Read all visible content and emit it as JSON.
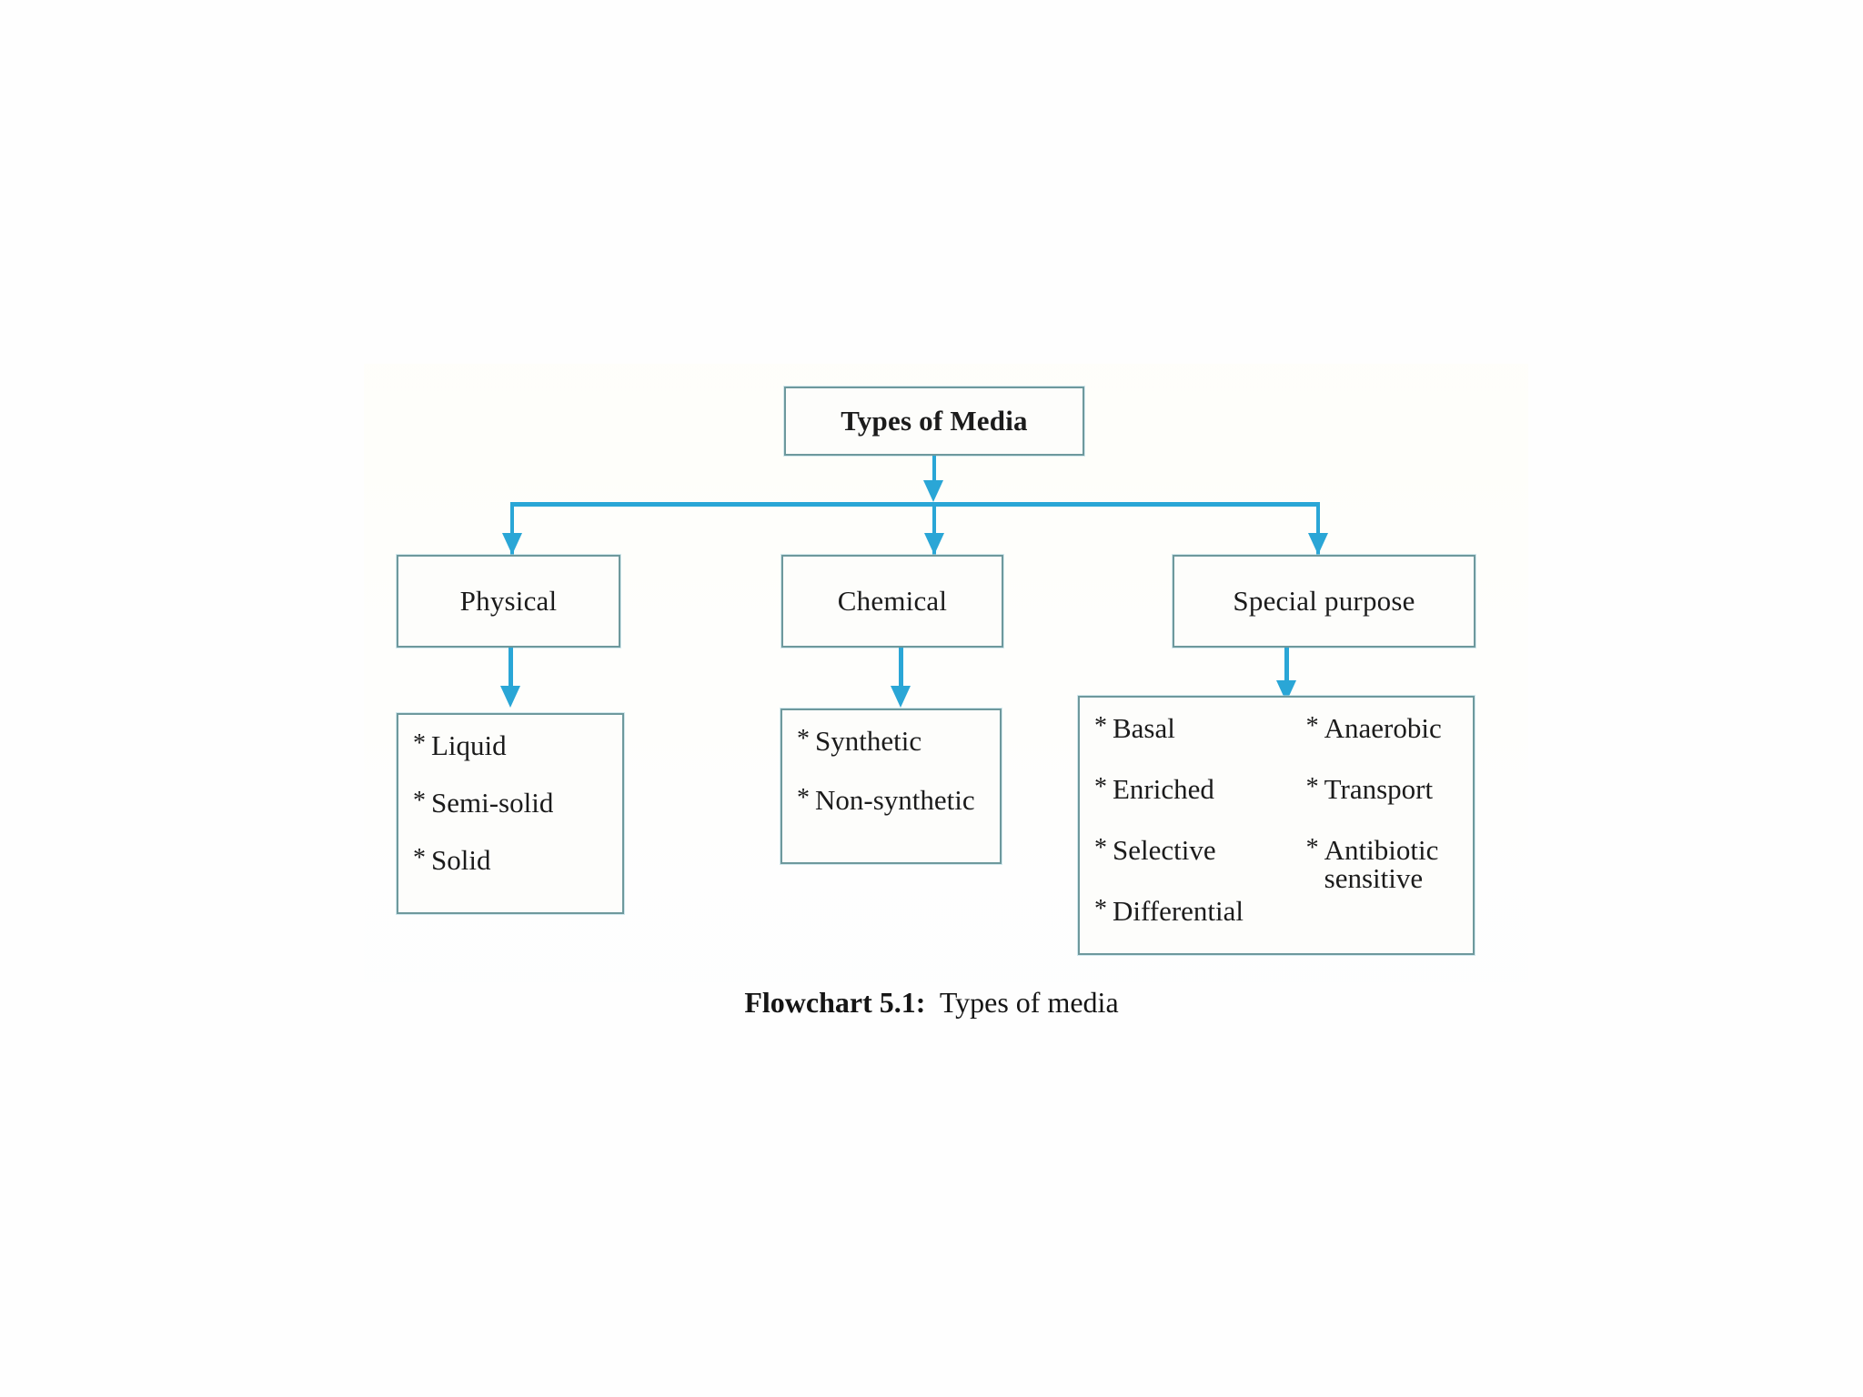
{
  "diagram": {
    "root": {
      "label": "Types of Media"
    },
    "branches": [
      {
        "label": "Physical",
        "items": [
          "Liquid",
          "Semi-solid",
          "Solid"
        ]
      },
      {
        "label": "Chemical",
        "items": [
          "Synthetic",
          "Non-synthetic"
        ]
      },
      {
        "label": "Special purpose",
        "items_left": [
          "Basal",
          "Enriched",
          "Selective",
          "Differential"
        ],
        "items_right": [
          "Anaerobic",
          "Transport",
          "Antibiotic"
        ],
        "items_right_wrap": "sensitive"
      }
    ],
    "bullet": "*"
  },
  "caption": {
    "number": "Flowchart 5.1:",
    "text": "Types of media"
  },
  "colors": {
    "box_border": "#6e999d",
    "connector": "#2aa6d6",
    "text": "#1b1b1b",
    "background": "#ffffff"
  }
}
